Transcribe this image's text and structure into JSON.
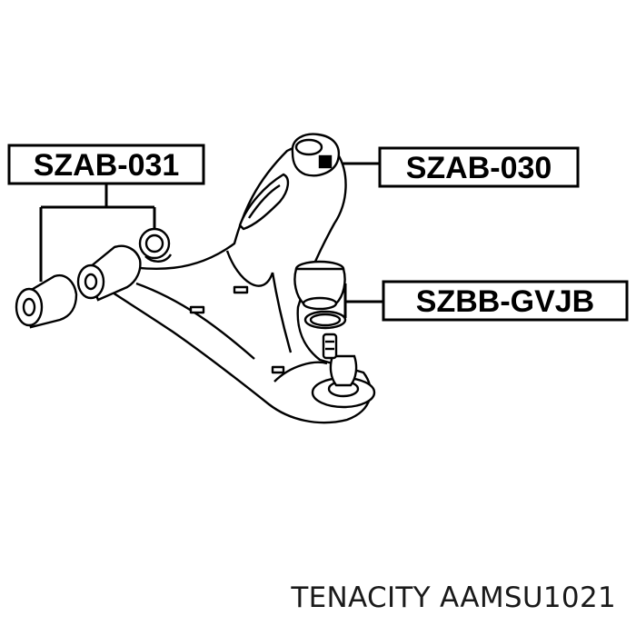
{
  "labels": {
    "left_bushing": "SZAB-031",
    "top_bushing": "SZAB-030",
    "ball_joint_boot": "SZBB-GVJB"
  },
  "footer": {
    "text": "TENACITY AAMSU1021"
  },
  "colors": {
    "ink": "#000000",
    "background": "#ffffff"
  }
}
